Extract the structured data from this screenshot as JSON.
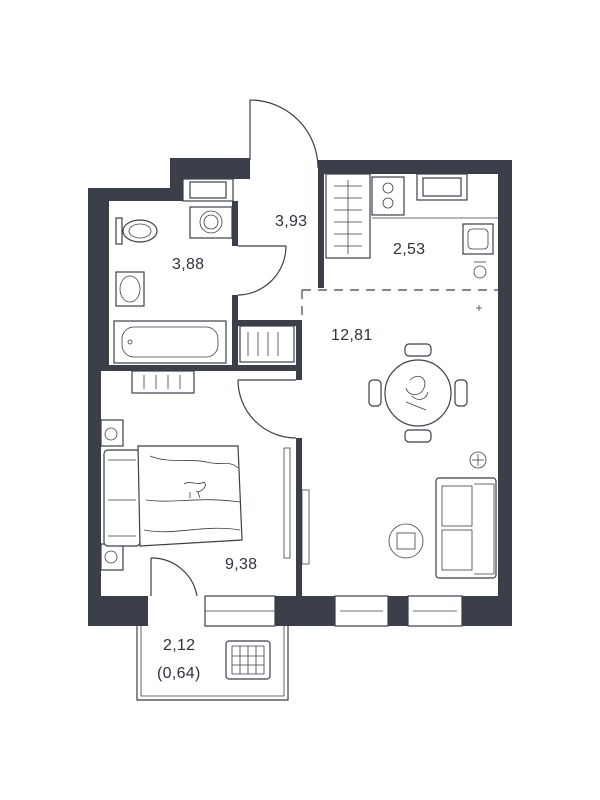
{
  "rooms": {
    "hall_area": "3,93",
    "bathroom_area": "3,88",
    "kitchen_area": "2,53",
    "living_area": "12,81",
    "bedroom_area": "9,38",
    "balcony_area": "2,12",
    "balcony_reduced_area": "(0,64)"
  },
  "colors": {
    "wall": "#3b3f4a",
    "background": "#ffffff"
  }
}
